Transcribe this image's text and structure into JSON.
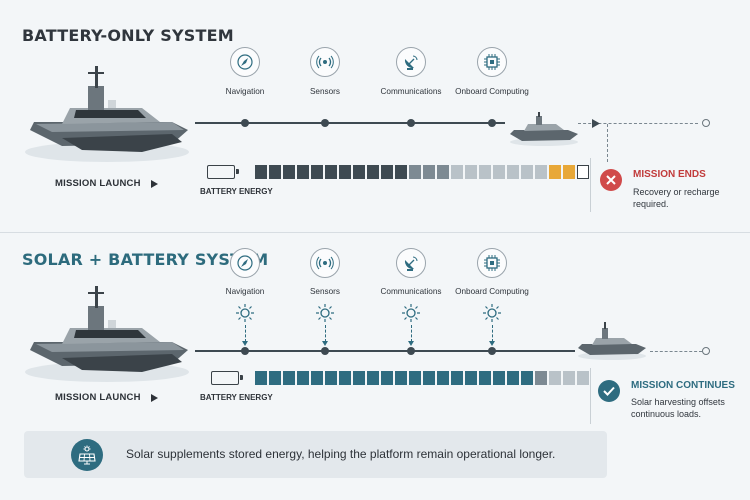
{
  "sections": {
    "battery_only": {
      "title": "BATTERY-ONLY SYSTEM",
      "launch_label": "MISSION LAUNCH",
      "stages": [
        "Navigation",
        "Sensors",
        "Communications",
        "Onboard Computing"
      ],
      "battery_label": "BATTERY ENERGY",
      "battery_cells": [
        "dark",
        "dark",
        "dark",
        "dark",
        "dark",
        "dark",
        "dark",
        "dark",
        "dark",
        "dark",
        "dark",
        "mid",
        "mid",
        "mid",
        "light",
        "light",
        "light",
        "light",
        "light",
        "light",
        "light",
        "amber",
        "amber",
        "empty"
      ],
      "status_title": "MISSION ENDS",
      "status_text": "Recovery or recharge required."
    },
    "solar_battery": {
      "title": "SOLAR + BATTERY SYSTEM",
      "launch_label": "MISSION LAUNCH",
      "stages": [
        "Navigation",
        "Sensors",
        "Communications",
        "Onboard Computing"
      ],
      "battery_label": "BATTERY ENERGY",
      "battery_cells": [
        "teal",
        "teal",
        "teal",
        "teal",
        "teal",
        "teal",
        "teal",
        "teal",
        "teal",
        "teal",
        "teal",
        "teal",
        "teal",
        "teal",
        "teal",
        "teal",
        "teal",
        "teal",
        "teal",
        "teal",
        "mid",
        "light",
        "light",
        "light"
      ],
      "status_title": "MISSION CONTINUES",
      "status_text": "Solar harvesting offsets continuous loads."
    }
  },
  "banner": {
    "text": "Solar supplements stored energy, helping the platform remain operational longer."
  },
  "icons": [
    "compass-icon",
    "sensor-icon",
    "satellite-dish-icon",
    "chip-icon"
  ],
  "colors": {
    "dark": "#3e4a52",
    "teal": "#2e6c80",
    "mid": "#7d8a93",
    "light": "#b9c2c8",
    "amber": "#e8a838",
    "danger": "#d04a4a",
    "success": "#2e6c80"
  }
}
